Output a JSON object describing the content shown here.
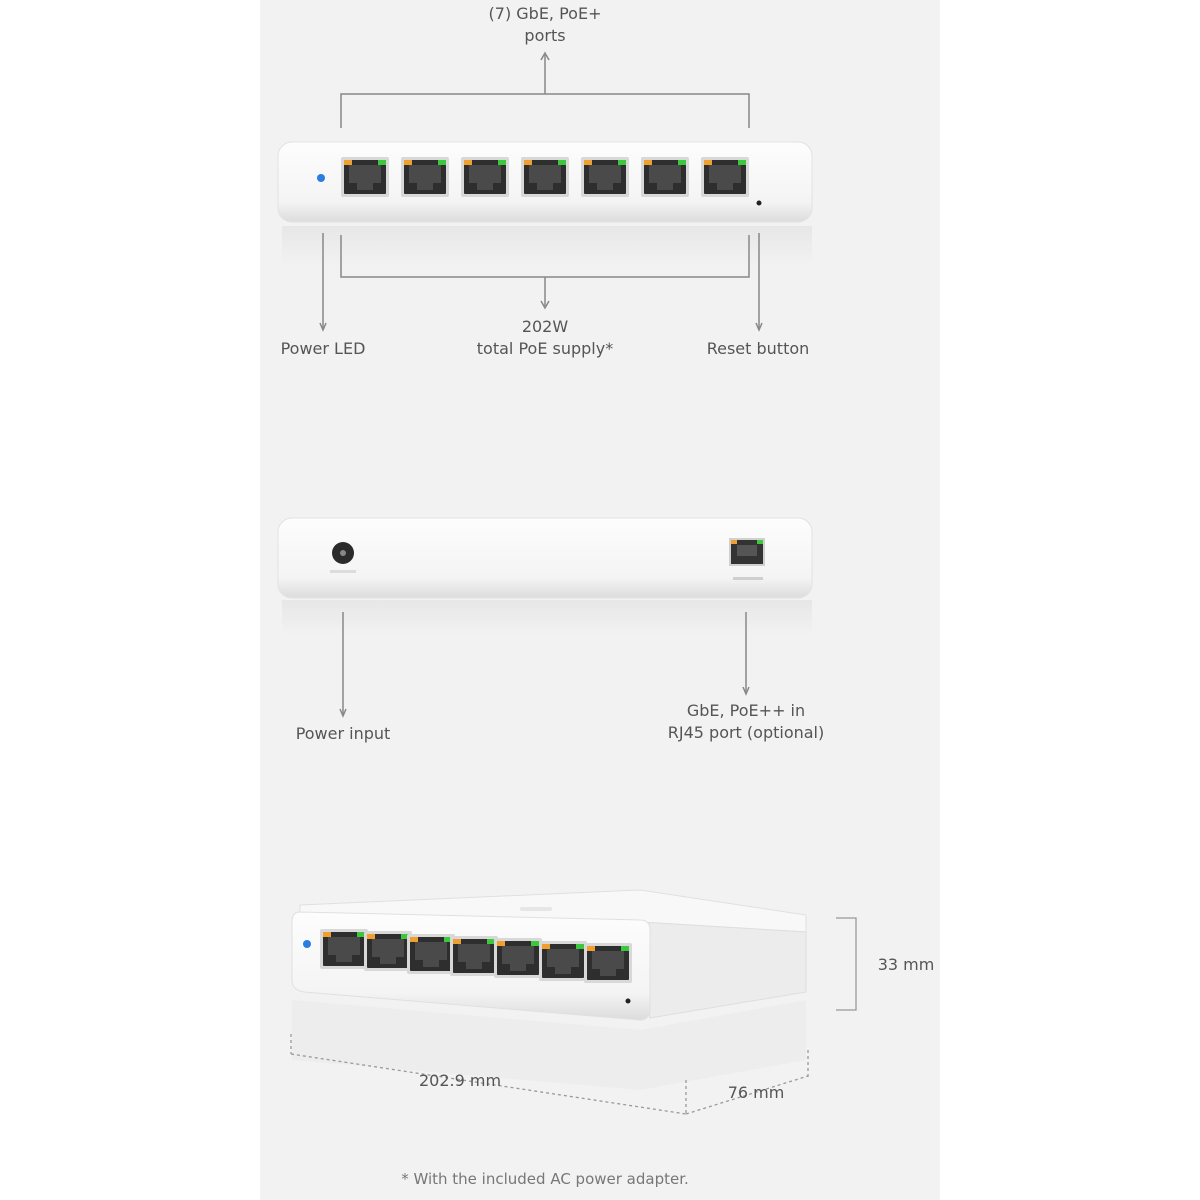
{
  "top_view": {
    "ports_label_line1": "(7) GbE, PoE+",
    "ports_label_line2": "ports",
    "power_led_label": "Power LED",
    "poe_supply_line1": "202W",
    "poe_supply_line2": "total PoE supply*",
    "reset_label": "Reset button",
    "port_count": 7
  },
  "rear_view": {
    "power_input_label": "Power input",
    "uplink_line1": "GbE, PoE++ in",
    "uplink_line2": "RJ45 port (optional)"
  },
  "dimensions": {
    "height": "33 mm",
    "width": "202.9 mm",
    "depth": "76 mm"
  },
  "footnote": "* With the included AC power adapter.",
  "colors": {
    "panel": "#f2f2f2",
    "led_blue": "#2a7de1",
    "port_led_green": "#3cc83c",
    "port_led_orange": "#f0a030",
    "line": "#888888"
  }
}
